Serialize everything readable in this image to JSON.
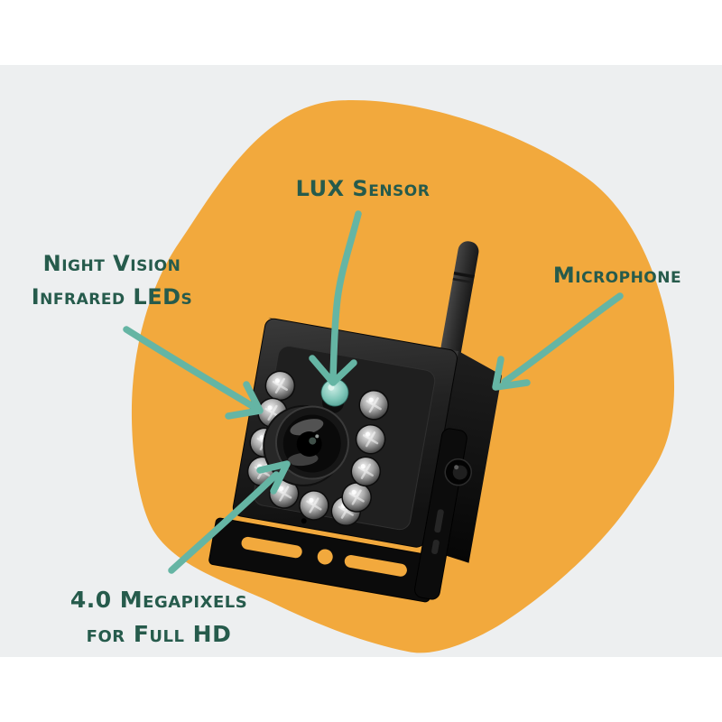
{
  "labels": {
    "lux": {
      "text": "LUX Sensor"
    },
    "night_vision": {
      "line1": "Night Vision",
      "line2": "Infrared LEDs"
    },
    "microphone": {
      "text": "Microphone"
    },
    "megapixels": {
      "line1": "4.0 Megapixels",
      "line2": "for Full HD"
    }
  },
  "colors": {
    "page_bg": "#FFFFFF",
    "band": "#EDEFF0",
    "blob": "#F2A93D",
    "arrow": "#65B5A4",
    "label_text": "#265B4C",
    "lux_dome": "#7EC6B8",
    "camera_black": "#1C1C1C"
  }
}
